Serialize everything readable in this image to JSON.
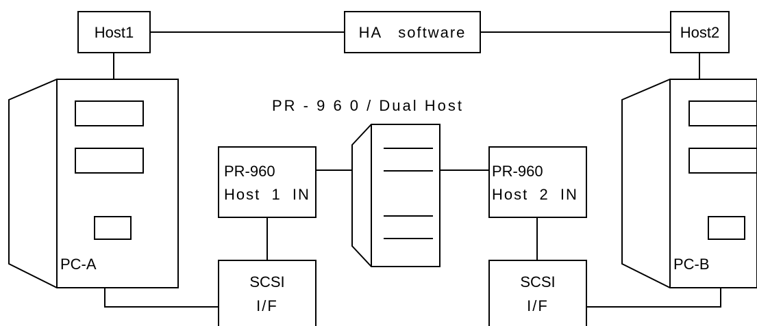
{
  "labels": {
    "host1": "Host1",
    "host2": "Host2",
    "ha_software": "HA   software",
    "title": "PR - 9 6 0  /  Dual   Host",
    "pr960_a_line1": "PR-960",
    "pr960_a_line2": "Host  1  IN",
    "pr960_b_line1": "PR-960",
    "pr960_b_line2": "Host  2  IN",
    "scsi_a_line1": "SCSI",
    "scsi_a_line2": "I/F",
    "scsi_b_line1": "SCSI",
    "scsi_b_line2": "I/F",
    "pc_a": "PC-A",
    "pc_b": "PC-B"
  }
}
